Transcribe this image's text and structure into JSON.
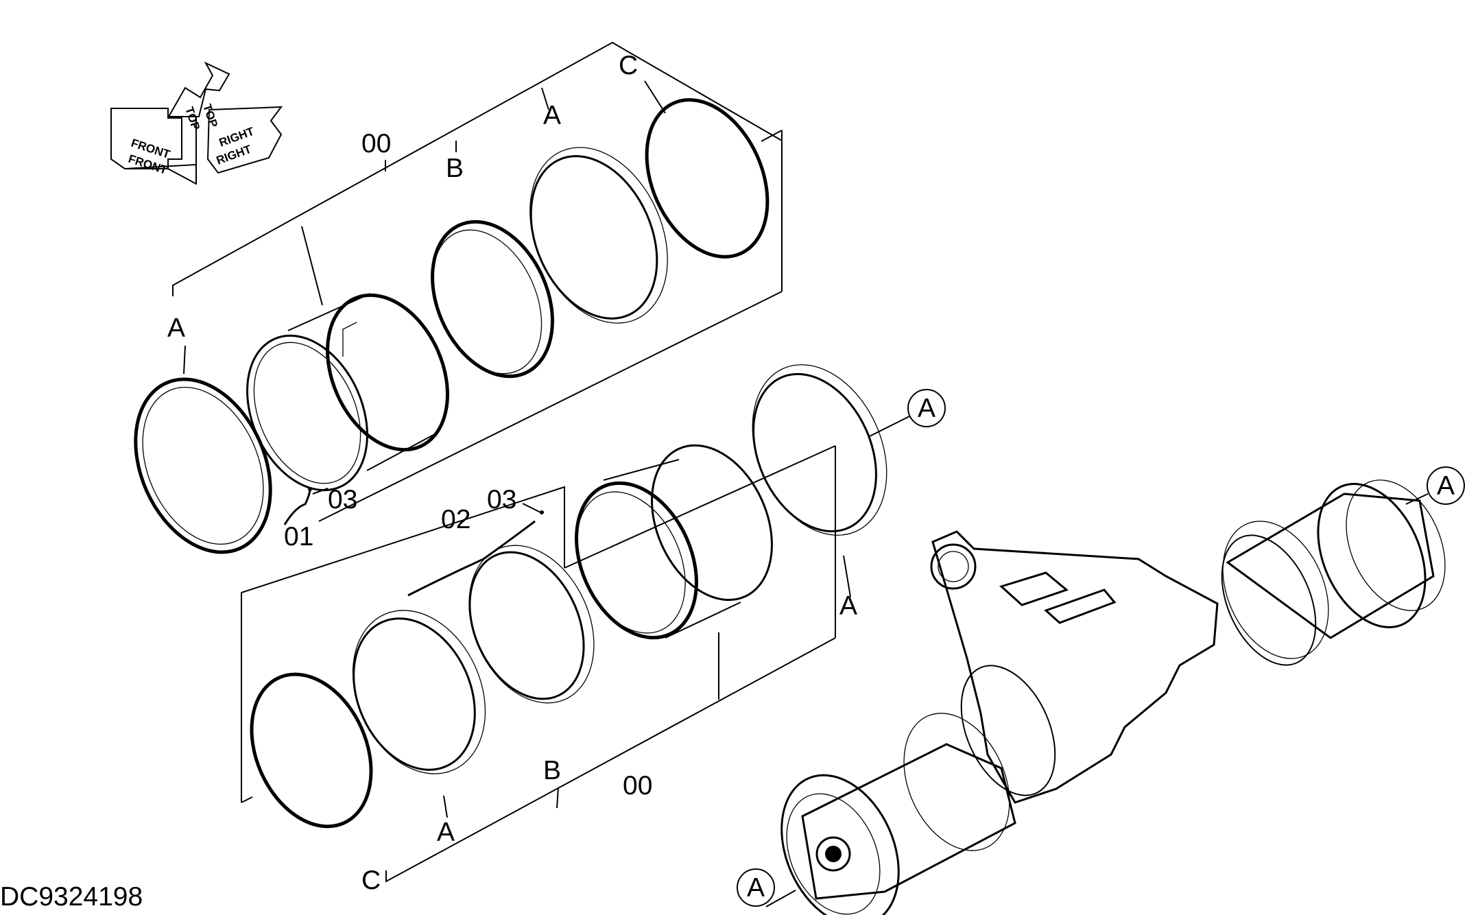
{
  "drawing_id": "DC9324198",
  "orientation_icon": {
    "top_label": "TOP",
    "front_label": "FRONT",
    "right_label": "RIGHT"
  },
  "upper_group": {
    "assembly": "00",
    "label_a_left": "A",
    "label_b": "B",
    "label_a_mid": "A",
    "label_c": "C",
    "callout_03": "03",
    "callout_01": "01"
  },
  "lower_group": {
    "assembly": "00",
    "label_a_right": "A",
    "label_b": "B",
    "label_a_left": "A",
    "label_c": "C",
    "callout_02": "02",
    "callout_03": "03"
  },
  "circle_marks": {
    "lower_ring": "A",
    "axle_right": "A",
    "axle_left": "A"
  }
}
